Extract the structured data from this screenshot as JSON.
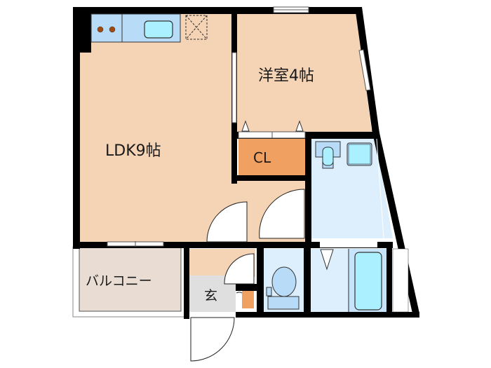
{
  "floor_plan": {
    "rooms": [
      {
        "id": "ldk",
        "label": "LDK9帖",
        "color": "#f5d3b5"
      },
      {
        "id": "western_room",
        "label": "洋室4帖",
        "color": "#f5d3b5"
      },
      {
        "id": "closet",
        "label": "CL",
        "color": "#f0a060"
      },
      {
        "id": "balcony",
        "label": "バルコニー",
        "color": "#e8dcd3"
      },
      {
        "id": "entrance",
        "label": "玄",
        "color": "#dfdfdf"
      },
      {
        "id": "washroom",
        "label": "",
        "color": "#ddeffc"
      },
      {
        "id": "toilet",
        "label": "",
        "color": "#ddeffc"
      },
      {
        "id": "bathroom",
        "label": "",
        "color": "#ddeffc"
      }
    ],
    "colors": {
      "wall": "#000000",
      "living_floor": "#f5d3b5",
      "closet": "#f0a060",
      "wet_area": "#ddeffc",
      "fixture": "#b8dcf8",
      "fixture_water": "#aaf0ff",
      "balcony": "#e8dcd3",
      "entrance": "#dfdfdf",
      "stove_burner": "#a04a10"
    }
  }
}
